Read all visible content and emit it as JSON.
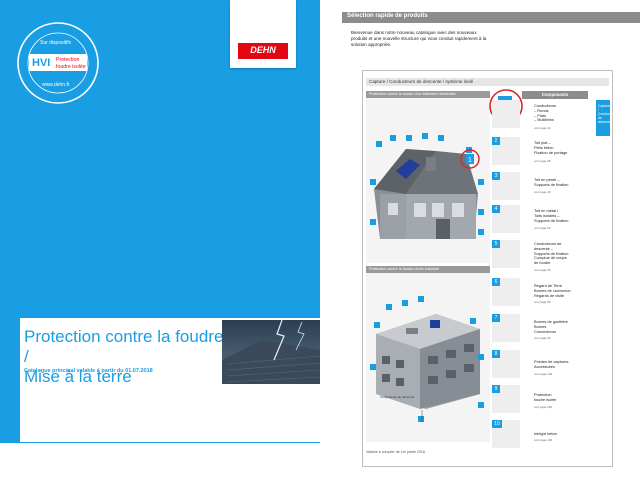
{
  "cover": {
    "hvi_ring_text": "Sur dispositifs",
    "hvi_brand": "HVI",
    "hvi_tag_line1": "Protection",
    "hvi_tag_line2": "foudre isolée",
    "hvi_bottom_text": "www.dehn.fr",
    "brand": "DEHN",
    "title": "Protection contre la foudre /\nMise à la terre",
    "subtitle": "Catalogue principal valable à partir du 01.07.2018",
    "colors": {
      "cover_blue": "#1a9ee3",
      "brand_red": "#e30613"
    }
  },
  "page": {
    "header": "Sélection rapide de produits",
    "intro": "Bienvenue dans notre nouveau catalogue avec des nouveaux produits et une nouvelle structure qui vous conduit rapidement à la solution appropriée.",
    "frame_title": "Capture / Conducteurs de descente / système isolé",
    "house1_title": "Protection contre la foudre d'un bâtiment résidentiel",
    "house2_title": "Protection contre la foudre d'une industrie",
    "components_header": "Composants",
    "side_tab": "Capture / Conducteurs de descente",
    "callout": "1",
    "annotation": "Conducteurs de descente",
    "footer": "Valable à compter de 1re partie 2018",
    "rows": [
      {
        "num": "1",
        "label": "Conducteurs\n– Ronds\n– Plats\n– Multibrins",
        "link": "voir page 12"
      },
      {
        "num": "2",
        "label": "Toit plat –\nPiets béton\nFixation de portage",
        "link": "voir page 28"
      },
      {
        "num": "3",
        "label": "Toit en pente –\nSupports de fixation",
        "link": "voir page 40"
      },
      {
        "num": "4",
        "label": "Toit en métal /\nToits isolants –\nSupports de fixation",
        "link": "voir page 52"
      },
      {
        "num": "5",
        "label": "Conducteurs de\ndescente –\nSupports de fixation\nComptoir de coups\nde foudre",
        "link": "voir page 66"
      },
      {
        "num": "6",
        "label": "Regard de Terre\nBornes de connexion\nRegards de visite",
        "link": "voir page 80"
      },
      {
        "num": "7",
        "label": "Bornes de gouttière\nBornes\nConnecteurs",
        "link": "voir page 92"
      },
      {
        "num": "8",
        "label": "Pointes de captures\nAccessoires",
        "link": "voir page 104"
      },
      {
        "num": "9",
        "label": "Protection\nfoudre isolée",
        "link": "voir page 118"
      },
      {
        "num": "10",
        "label": "Intégré béton",
        "link": "voir page 130"
      }
    ]
  }
}
